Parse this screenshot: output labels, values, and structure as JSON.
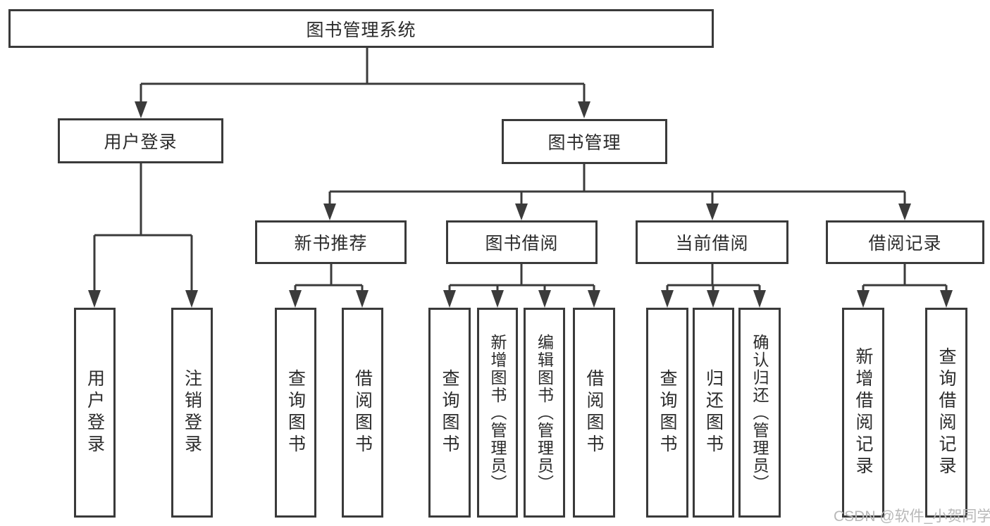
{
  "tree": {
    "root": {
      "label": "图书管理系统",
      "children": [
        {
          "label": "用户登录",
          "children": [
            {
              "label": "用户登录"
            },
            {
              "label": "注销登录"
            }
          ]
        },
        {
          "label": "图书管理",
          "children": [
            {
              "label": "新书推荐",
              "children": [
                {
                  "label": "查询图书"
                },
                {
                  "label": "借阅图书"
                }
              ]
            },
            {
              "label": "图书借阅",
              "children": [
                {
                  "label": "查询图书"
                },
                {
                  "label": "新增图书（管理员）"
                },
                {
                  "label": "编辑图书（管理员）"
                },
                {
                  "label": "借阅图书"
                }
              ]
            },
            {
              "label": "当前借阅",
              "children": [
                {
                  "label": "查询图书"
                },
                {
                  "label": "归还图书"
                },
                {
                  "label": "确认归还（管理员）"
                }
              ]
            },
            {
              "label": "借阅记录",
              "children": [
                {
                  "label": "新增借阅记录"
                },
                {
                  "label": "查询借阅记录"
                }
              ]
            }
          ]
        }
      ]
    }
  },
  "watermark": {
    "text": "CSDN @软件_小贺同学"
  },
  "colors": {
    "line": "#3b3b3b",
    "box_border": "#3a3a3a",
    "text": "#2b2b2b",
    "watermark": "#b8b8b8",
    "background": "#ffffff"
  }
}
